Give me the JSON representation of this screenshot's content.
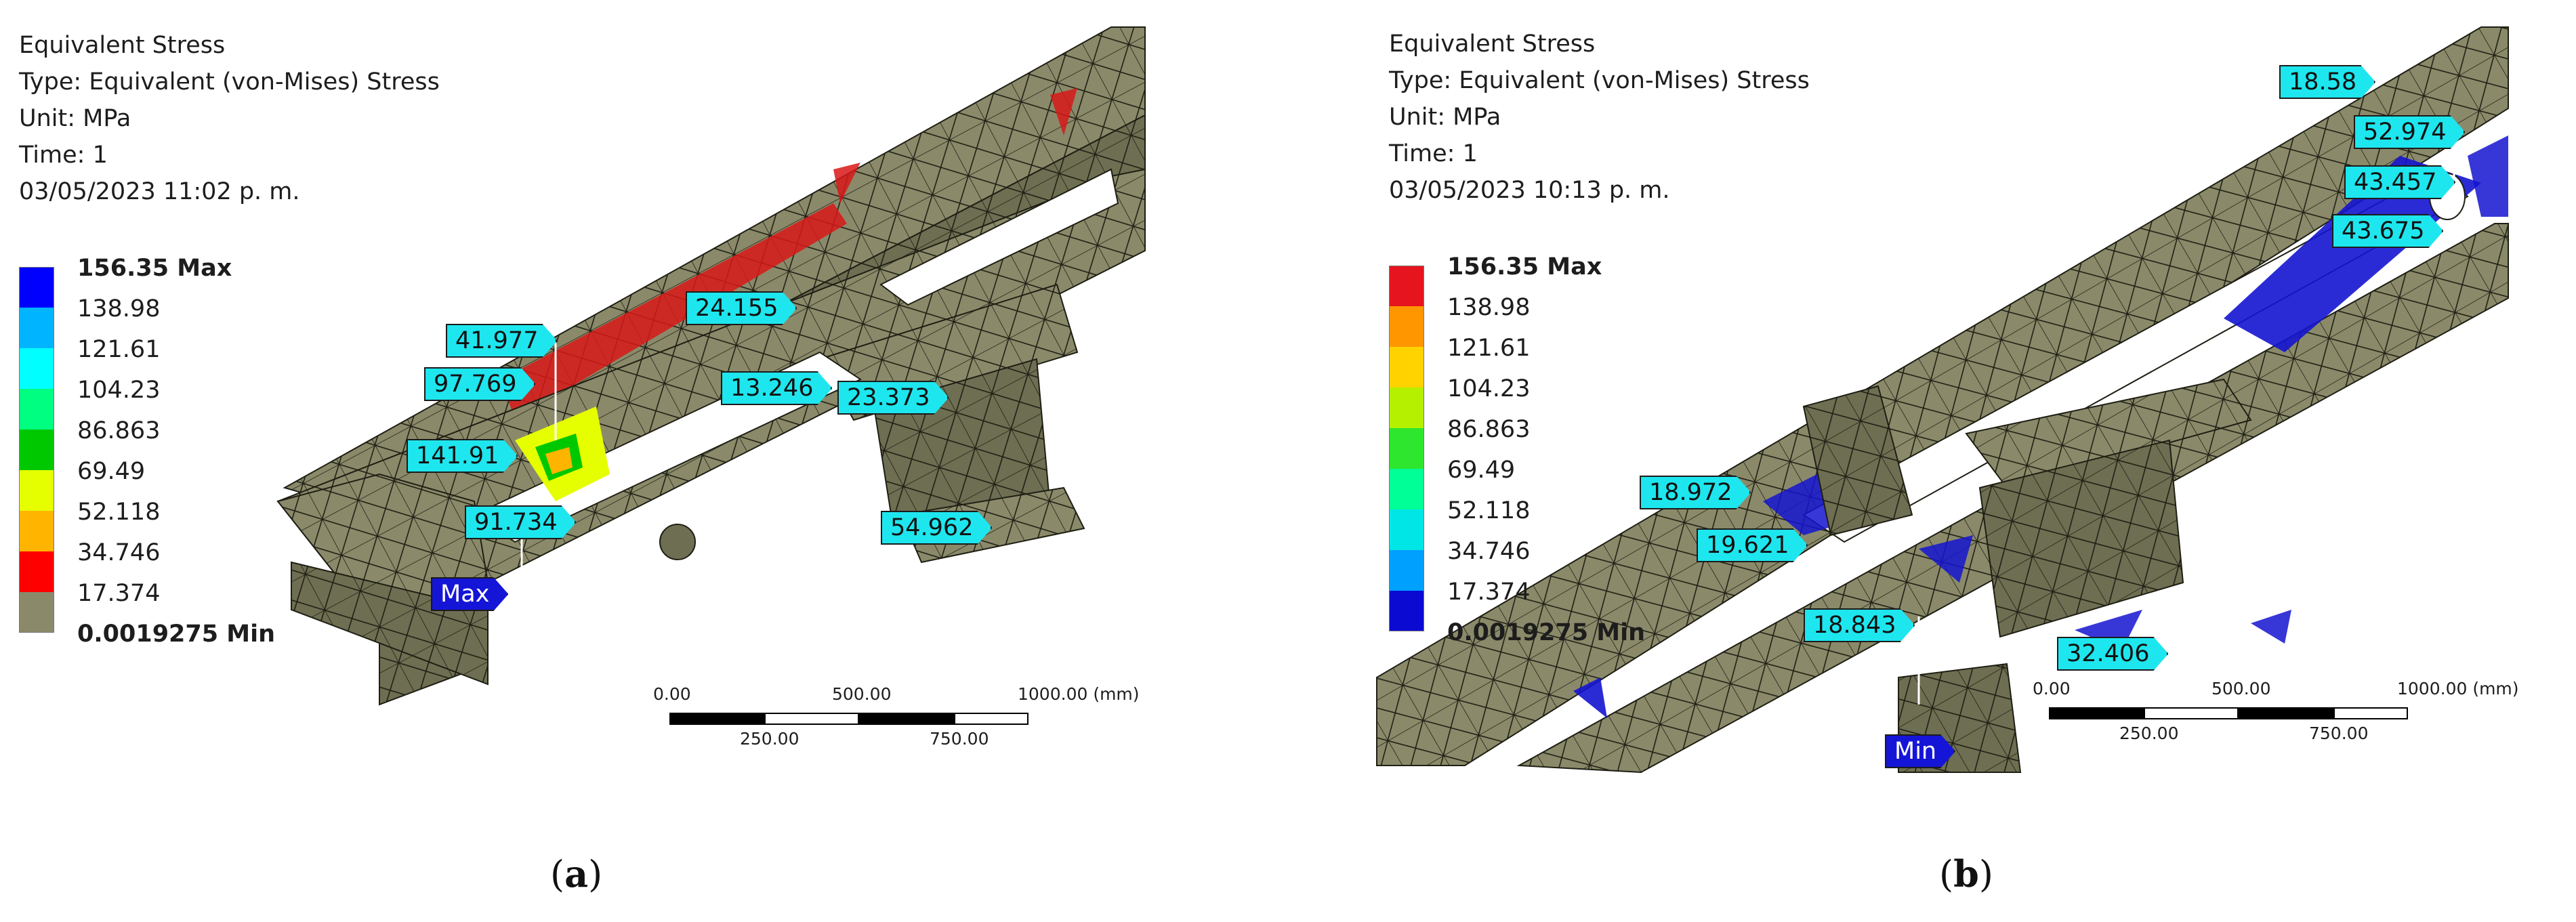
{
  "panels": {
    "a": {
      "caption_letter": "a",
      "header": {
        "title": "Equivalent Stress",
        "type": "Type: Equivalent (von-Mises) Stress",
        "unit": "Unit: MPa",
        "time": "Time: 1",
        "date": "03/05/2023 11:02 p. m."
      },
      "legend": [
        {
          "label": "156.35 Max",
          "color": "#0000ff",
          "bold": true
        },
        {
          "label": "138.98",
          "color": "#00b4ff",
          "bold": false
        },
        {
          "label": "121.61",
          "color": "#00ffff",
          "bold": false
        },
        {
          "label": "104.23",
          "color": "#00ff80",
          "bold": false
        },
        {
          "label": "86.863",
          "color": "#00c800",
          "bold": false
        },
        {
          "label": "69.49",
          "color": "#e6ff00",
          "bold": false
        },
        {
          "label": "52.118",
          "color": "#ffb400",
          "bold": false
        },
        {
          "label": "34.746",
          "color": "#ff0000",
          "bold": false
        },
        {
          "label": "17.374",
          "color": "#8a8a6a",
          "bold": false
        },
        {
          "label": "0.0019275 Min",
          "color": "",
          "bold": true
        }
      ],
      "probes": [
        "41.977",
        "97.769",
        "141.91",
        "91.734",
        "24.155",
        "13.246",
        "23.373",
        "54.962"
      ],
      "extreme_label": "Max",
      "scale": {
        "top_ticks": [
          "0.00",
          "500.00",
          "1000.00 (mm)"
        ],
        "bottom_ticks": [
          "250.00",
          "750.00"
        ]
      }
    },
    "b": {
      "caption_letter": "b",
      "header": {
        "title": "Equivalent Stress",
        "type": "Type: Equivalent (von-Mises) Stress",
        "unit": "Unit: MPa",
        "time": "Time: 1",
        "date": "03/05/2023 10:13 p. m."
      },
      "legend": [
        {
          "label": "156.35 Max",
          "color": "#e6141e",
          "bold": true
        },
        {
          "label": "138.98",
          "color": "#ff9600",
          "bold": false
        },
        {
          "label": "121.61",
          "color": "#ffd200",
          "bold": false
        },
        {
          "label": "104.23",
          "color": "#b4f000",
          "bold": false
        },
        {
          "label": "86.863",
          "color": "#2ee62e",
          "bold": false
        },
        {
          "label": "69.49",
          "color": "#00ff96",
          "bold": false
        },
        {
          "label": "52.118",
          "color": "#00e6e6",
          "bold": false
        },
        {
          "label": "34.746",
          "color": "#00a0ff",
          "bold": false
        },
        {
          "label": "17.374",
          "color": "#0a0ad2",
          "bold": false
        },
        {
          "label": "0.0019275 Min",
          "color": "",
          "bold": true
        }
      ],
      "probes": [
        "18.58",
        "52.974",
        "43.457",
        "43.675",
        "18.972",
        "19.621",
        "18.843",
        "32.406"
      ],
      "extreme_label": "Min",
      "scale": {
        "top_ticks": [
          "0.00",
          "500.00",
          "1000.00 (mm)"
        ],
        "bottom_ticks": [
          "250.00",
          "750.00"
        ]
      }
    }
  },
  "colors": {
    "mesh_face": "#8a8a6a",
    "mesh_face_dark": "#6e6e52",
    "mesh_line": "#1e1e14",
    "panel_a_hotspot": "#d81818",
    "panel_b_hotspot": "#1414d0",
    "probe_fill": "#1ee6ee"
  }
}
